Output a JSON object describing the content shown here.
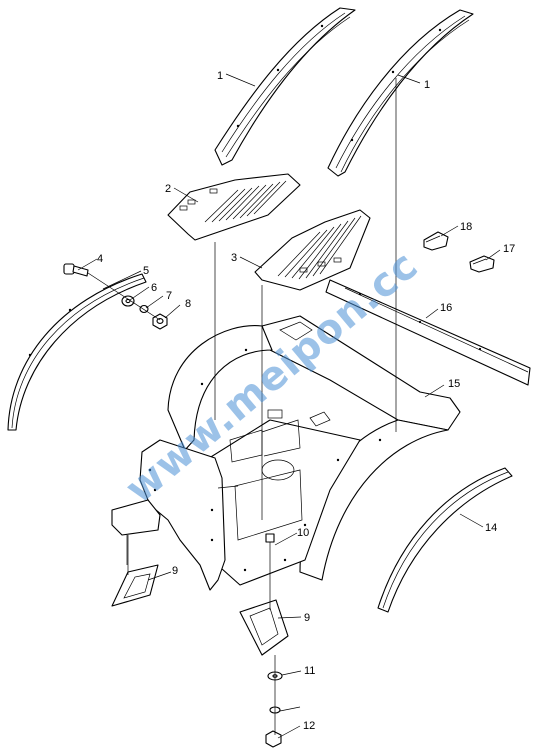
{
  "diagram": {
    "callouts": [
      {
        "id": "callout-1a",
        "label": "1"
      },
      {
        "id": "callout-1b",
        "label": "1"
      },
      {
        "id": "callout-2",
        "label": "2"
      },
      {
        "id": "callout-3",
        "label": "3"
      },
      {
        "id": "callout-4",
        "label": "4"
      },
      {
        "id": "callout-5",
        "label": "5"
      },
      {
        "id": "callout-6",
        "label": "6"
      },
      {
        "id": "callout-7",
        "label": "7"
      },
      {
        "id": "callout-8",
        "label": "8"
      },
      {
        "id": "callout-9a",
        "label": "9"
      },
      {
        "id": "callout-9b",
        "label": "9"
      },
      {
        "id": "callout-10",
        "label": "10"
      },
      {
        "id": "callout-11",
        "label": "11"
      },
      {
        "id": "callout-12",
        "label": "12"
      },
      {
        "id": "callout-14",
        "label": "14"
      },
      {
        "id": "callout-15",
        "label": "15"
      },
      {
        "id": "callout-16",
        "label": "16"
      },
      {
        "id": "callout-17",
        "label": "17"
      },
      {
        "id": "callout-18",
        "label": "18"
      }
    ],
    "watermark": "www.meipon.cc"
  }
}
